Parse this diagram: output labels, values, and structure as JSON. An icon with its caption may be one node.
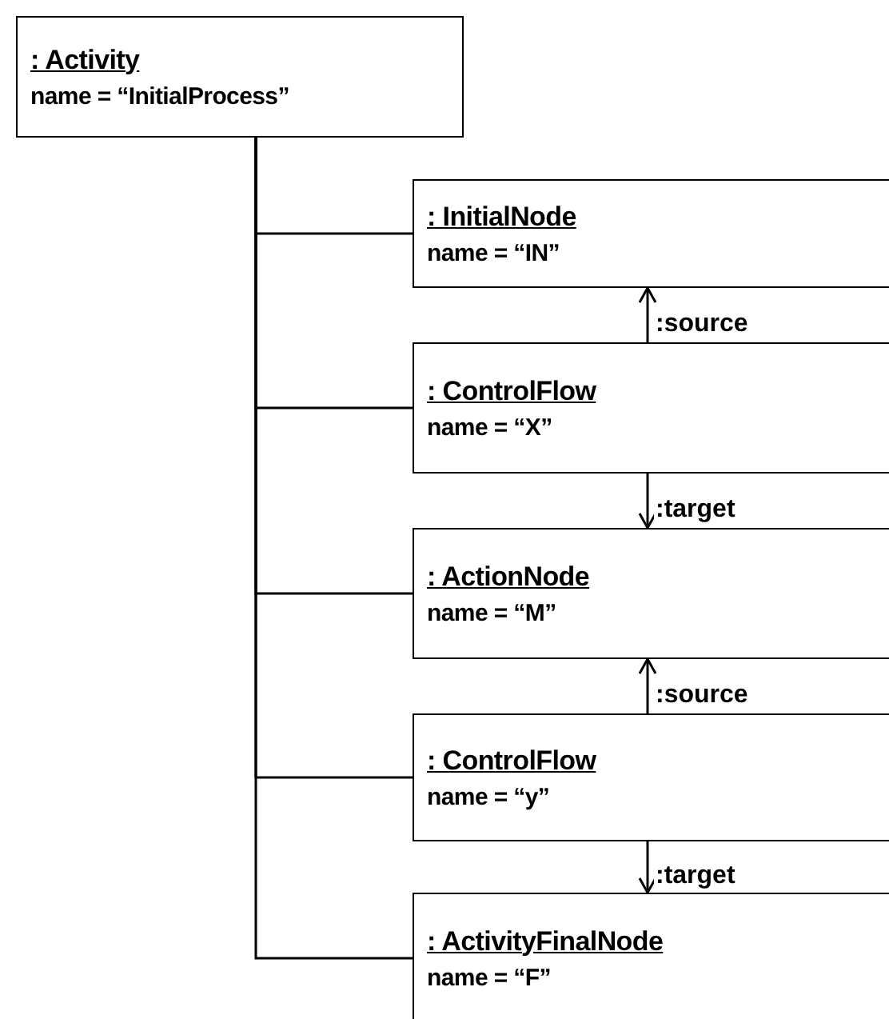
{
  "diagram": {
    "nodes": [
      {
        "text": [
          ": Activity",
          "name = “InitialProcess”"
        ]
      },
      {
        "text": [
          ": InitialNode",
          "name = “IN”"
        ]
      },
      {
        "text": [
          ": ControlFlow",
          "name = “X”"
        ]
      },
      {
        "text": [
          ": ActionNode",
          "name = “M”"
        ]
      },
      {
        "text": [
          ": ControlFlow",
          "name = “y”"
        ]
      },
      {
        "text": [
          ": ActivityFinalNode",
          "name = “F”"
        ]
      }
    ],
    "edges": [
      {
        "from": 0,
        "to": 1,
        "arrow": "none"
      },
      {
        "from": 0,
        "to": 2,
        "arrow": "none"
      },
      {
        "from": 0,
        "to": 3,
        "arrow": "none"
      },
      {
        "from": 0,
        "to": 4,
        "arrow": "none"
      },
      {
        "from": 0,
        "to": 5,
        "arrow": "none"
      },
      {
        "from": 2,
        "to": 1,
        "arrow": "to",
        "label": ":source"
      },
      {
        "from": 2,
        "to": 3,
        "arrow": "to",
        "label": ":target"
      },
      {
        "from": 4,
        "to": 3,
        "arrow": "to",
        "label": ":source"
      },
      {
        "from": 4,
        "to": 5,
        "arrow": "to",
        "label": ":target"
      }
    ]
  }
}
